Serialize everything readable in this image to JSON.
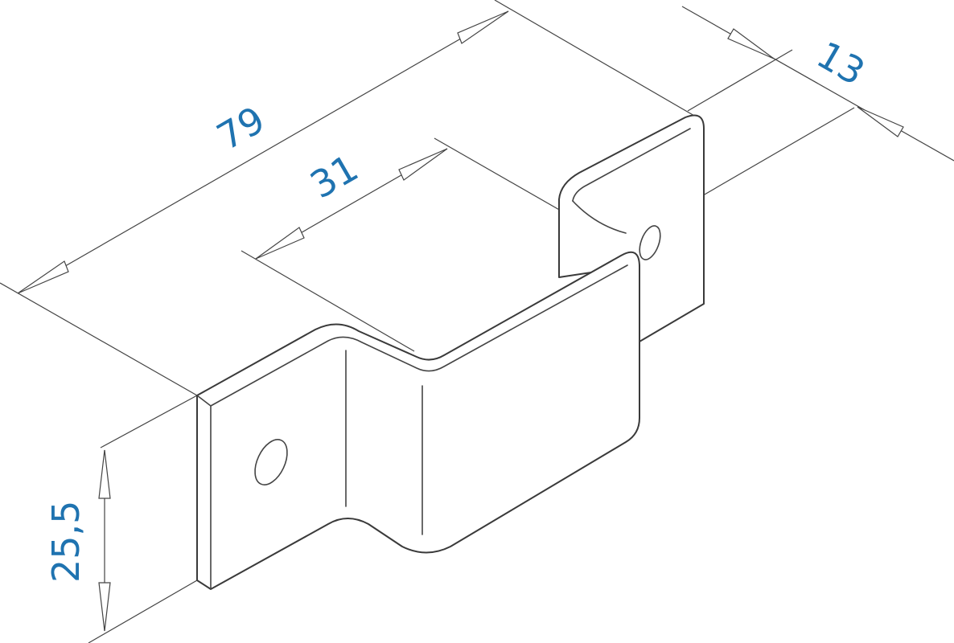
{
  "drawing": {
    "dimensions": {
      "length": "79",
      "opening": "31",
      "depth": "13",
      "height": "25,5"
    },
    "colors": {
      "dimension_text": "#1f73b0",
      "line": "#3a3a3a"
    }
  }
}
